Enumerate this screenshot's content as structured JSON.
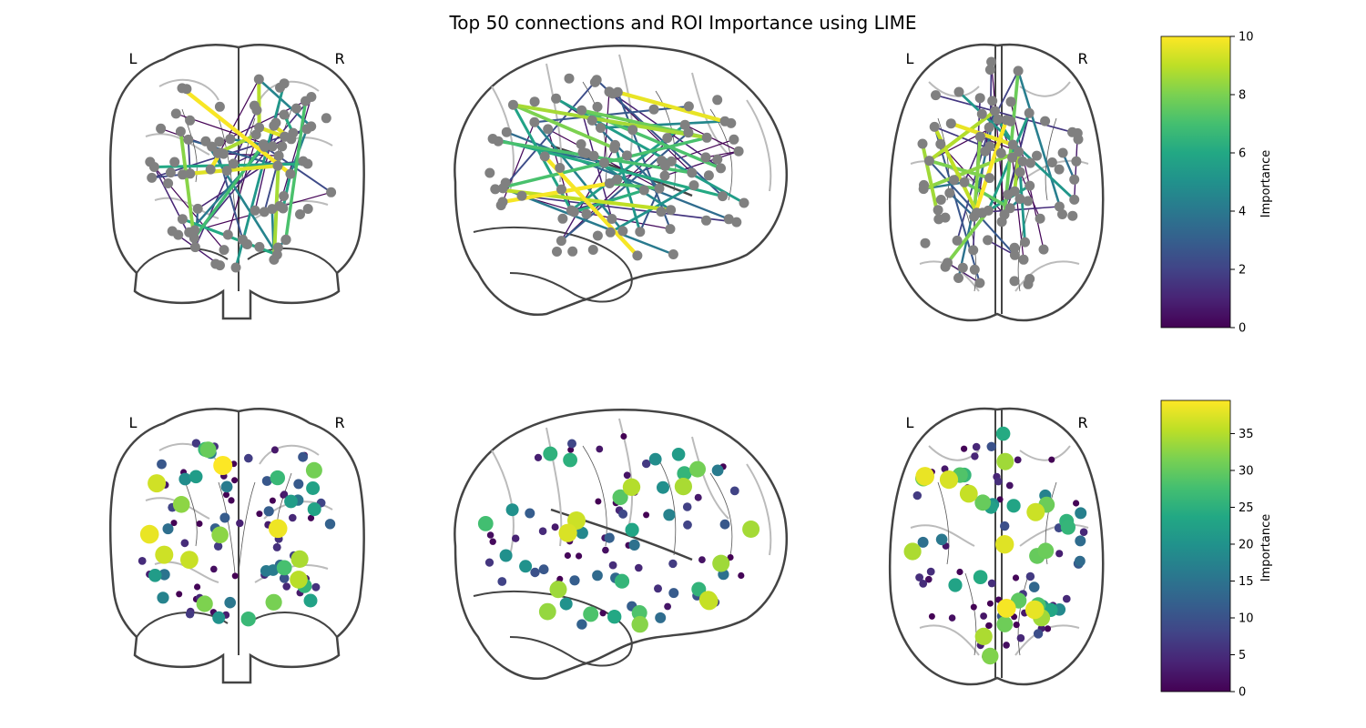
{
  "figure": {
    "title": "Top 50 connections and ROI Importance using LIME",
    "hemisphere_labels": {
      "left": "L",
      "right": "R"
    }
  },
  "chart_data": [
    {
      "type": "scatter",
      "subtype": "connectome",
      "panel": "connections",
      "views": [
        "coronal",
        "sagittal",
        "axial"
      ],
      "node_color": "#808080",
      "edge_colormap": "viridis",
      "colorbar": {
        "label": "Importance",
        "range": [
          0,
          10
        ],
        "ticks": [
          0,
          2,
          4,
          6,
          8,
          10
        ]
      },
      "n_connections": 50
    },
    {
      "type": "scatter",
      "subtype": "glass-brain markers",
      "panel": "roi_importance",
      "views": [
        "coronal",
        "sagittal",
        "axial"
      ],
      "marker_colormap": "viridis",
      "colorbar": {
        "label": "Importance",
        "range": [
          0,
          39.5
        ],
        "ticks": [
          0,
          5,
          10,
          15,
          20,
          25,
          30,
          35
        ]
      }
    }
  ]
}
